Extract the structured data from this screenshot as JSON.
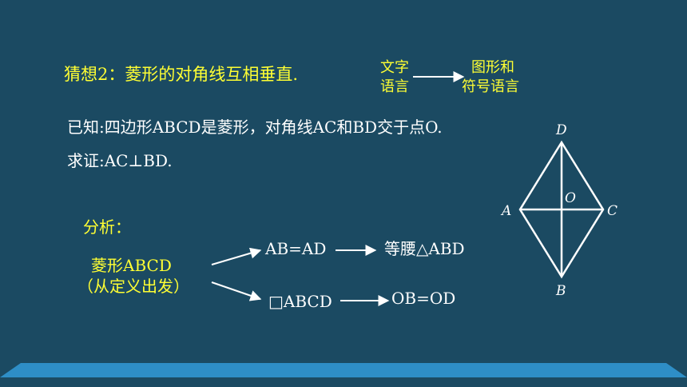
{
  "conjecture": "猜想2：菱形的对角线互相垂直.",
  "note": {
    "left_line1": "文字",
    "left_line2": "语言",
    "right_line1": "图形和",
    "right_line2": "符号语言"
  },
  "given": "已知:四边形ABCD是菱形，对角线AC和BD交于点O.",
  "prove": "求证:AC⊥BD.",
  "analysis": {
    "label": "分析：",
    "start_line1": "菱形ABCD",
    "start_line2": "（从定义出发）",
    "step_top": "AB=AD",
    "result_top": "等腰△ABD",
    "step_bottom": "□ABCD",
    "result_bottom": "OB=OD"
  },
  "figure": {
    "labels": {
      "A": "A",
      "B": "B",
      "C": "C",
      "D": "D",
      "O": "O"
    }
  },
  "colors": {
    "background": "#1b4a62",
    "highlight": "#ffff33",
    "text": "#ffffff",
    "bar": "#2e8ec6"
  }
}
